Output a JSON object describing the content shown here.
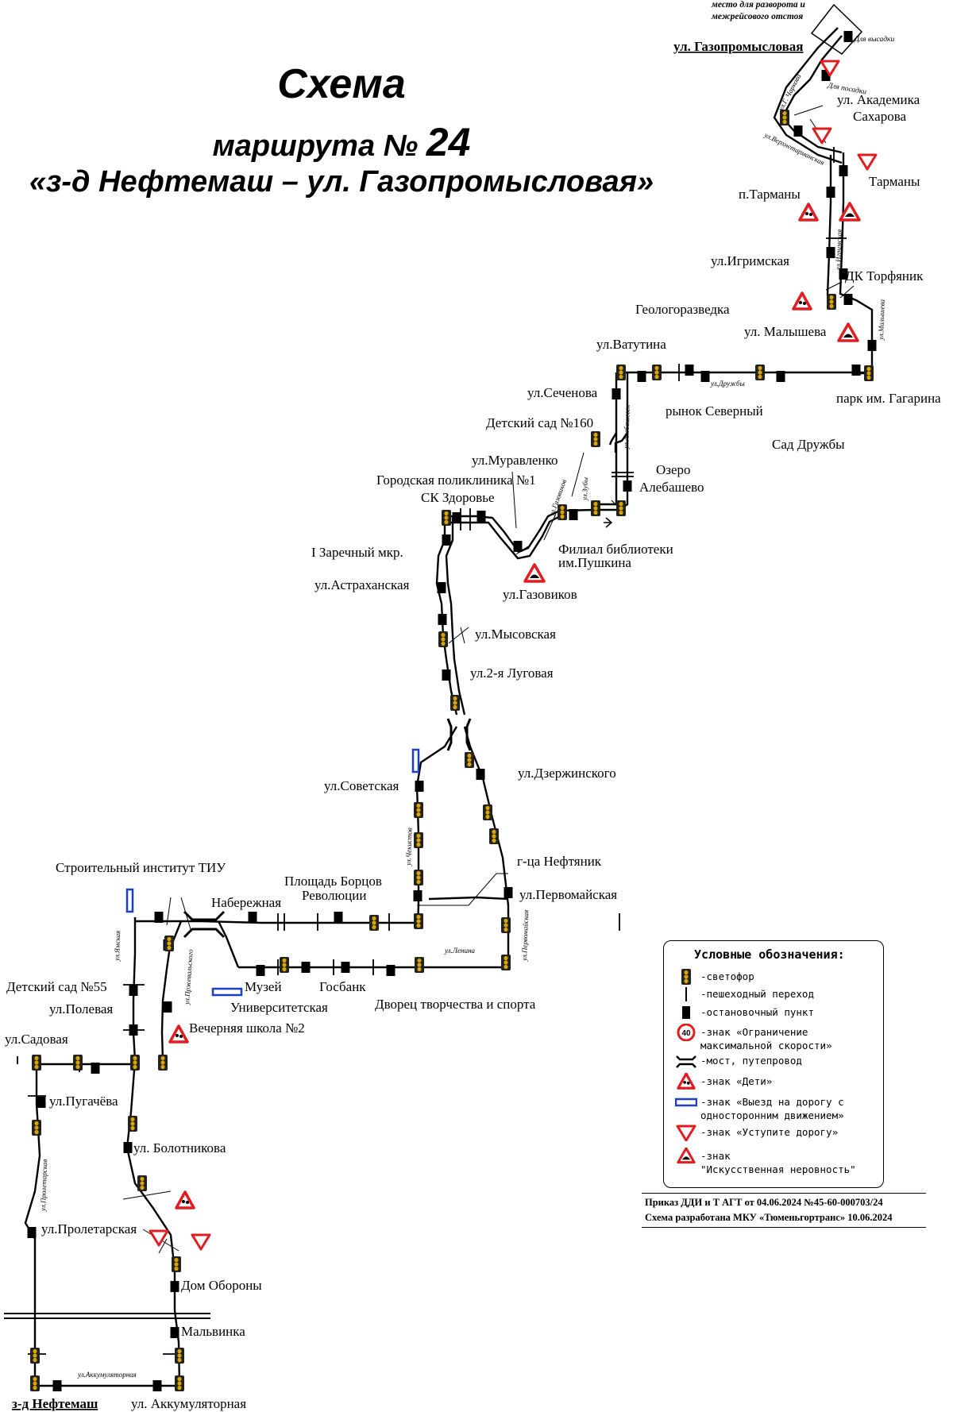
{
  "title": {
    "line1": "Схема",
    "line2": "маршрута №",
    "number": "24",
    "line3": "«з-д Нефтемаш – ул. Газопромысловая»"
  },
  "top_note": {
    "line1": "место для разворота и",
    "line2": "межрейсового отстоя"
  },
  "small_labels": {
    "board": "Для посадки",
    "exit": "Для высадки"
  },
  "stops": [
    {
      "label": "ул. Газопромысловая"
    },
    {
      "label": "ул. Академика"
    },
    {
      "label": "Сахарова"
    },
    {
      "label": "Тарманы"
    },
    {
      "label": "п.Тарманы"
    },
    {
      "label": "ул.Игримская"
    },
    {
      "label": "ДК Торфяник"
    },
    {
      "label": "ул. Малышева"
    },
    {
      "label": "Геологоразведка"
    },
    {
      "label": "ул.Ватутина"
    },
    {
      "label": "парк им. Гагарина"
    },
    {
      "label": "ул.Сеченова"
    },
    {
      "label": "рынок Северный"
    },
    {
      "label": "Сад Дружбы"
    },
    {
      "label": "Детский сад №160"
    },
    {
      "label": "Озеро"
    },
    {
      "label": "Алебашево"
    },
    {
      "label": "ул.Муравленко"
    },
    {
      "label": "Городская поликлиника №1"
    },
    {
      "label": "СК Здоровье"
    },
    {
      "label": "I Заречный мкр."
    },
    {
      "label": "Филиал библиотеки"
    },
    {
      "label": "им.Пушкина"
    },
    {
      "label": "ул.Астраханская"
    },
    {
      "label": "ул.Газовиков"
    },
    {
      "label": "ул.Мысовская"
    },
    {
      "label": "ул.2-я Луговая"
    },
    {
      "label": "ул.Дзержинского"
    },
    {
      "label": "ул.Советская"
    },
    {
      "label": "г-ца Нефтяник"
    },
    {
      "label": "Строительный институт ТИУ"
    },
    {
      "label": "Площадь Борцов"
    },
    {
      "label": "Революции"
    },
    {
      "label": "ул.Первомайская"
    },
    {
      "label": "Набережная"
    },
    {
      "label": "Детский сад №55"
    },
    {
      "label": "Музей"
    },
    {
      "label": "Госбанк"
    },
    {
      "label": "Университетская"
    },
    {
      "label": "Дворец творчества и спорта"
    },
    {
      "label": "ул.Полевая"
    },
    {
      "label": "Вечерняя школа №2"
    },
    {
      "label": "ул.Садовая"
    },
    {
      "label": "ул.Пугачёва"
    },
    {
      "label": "ул. Болотникова"
    },
    {
      "label": "ул.Пролетарская"
    },
    {
      "label": "Дом Обороны"
    },
    {
      "label": "Мальвинка"
    },
    {
      "label": "з-д Нефтемаш"
    },
    {
      "label": "ул. Аккумуляторная"
    }
  ],
  "streets": [
    {
      "label": "ул.Г. Чаркова"
    },
    {
      "label": "ул.Верхнетарманская"
    },
    {
      "label": "ул.Игримская"
    },
    {
      "label": "ул.Малышева"
    },
    {
      "label": "ул.Дружбы"
    },
    {
      "label": "ул.Алебашевск"
    },
    {
      "label": "ул.Зубы"
    },
    {
      "label": "ул.Газовиков"
    },
    {
      "label": "ул.Чекистов"
    },
    {
      "label": "ул.Первомайская"
    },
    {
      "label": "ул.Ленина"
    },
    {
      "label": "ул.Ямская"
    },
    {
      "label": "ул.Пржевальского"
    },
    {
      "label": "ул.Пролетарская"
    },
    {
      "label": "ул.Аккумуляторная"
    }
  ],
  "legend": {
    "title": "Условные обозначения:",
    "items": [
      {
        "icon": "traffic-light-icon",
        "text": "-светофор"
      },
      {
        "icon": "crosswalk-icon",
        "text": "-пешеходный переход"
      },
      {
        "icon": "bus-stop-icon",
        "text": "-остановочный пункт"
      },
      {
        "icon": "speed-limit-icon",
        "badge": "40",
        "text": "-знак «Ограничение\nмаксимальной скорости»"
      },
      {
        "icon": "bridge-icon",
        "text": "-мост, путепровод"
      },
      {
        "icon": "children-sign-icon",
        "text": "-знак «Дети»"
      },
      {
        "icon": "one-way-sign-icon",
        "text": "-знак «Выезд на дорогу с\nодносторонним движением»"
      },
      {
        "icon": "yield-sign-icon",
        "text": "-знак «Уступите дорогу»"
      },
      {
        "icon": "speed-bump-sign-icon",
        "text": "-знак\n\"Искусственная неровность\""
      }
    ]
  },
  "order": {
    "line1": "Приказ ДДИ и Т АГТ от 04.06.2024 №45-60-000703/24",
    "line2": "Схема разработана МКУ «Тюменьгортранс» 10.06.2024"
  },
  "colors": {
    "sign_red": "#e11d22",
    "one_way_blue": "#1e3fbf",
    "route": "#000000",
    "signal_yellow": "#d9a400"
  }
}
